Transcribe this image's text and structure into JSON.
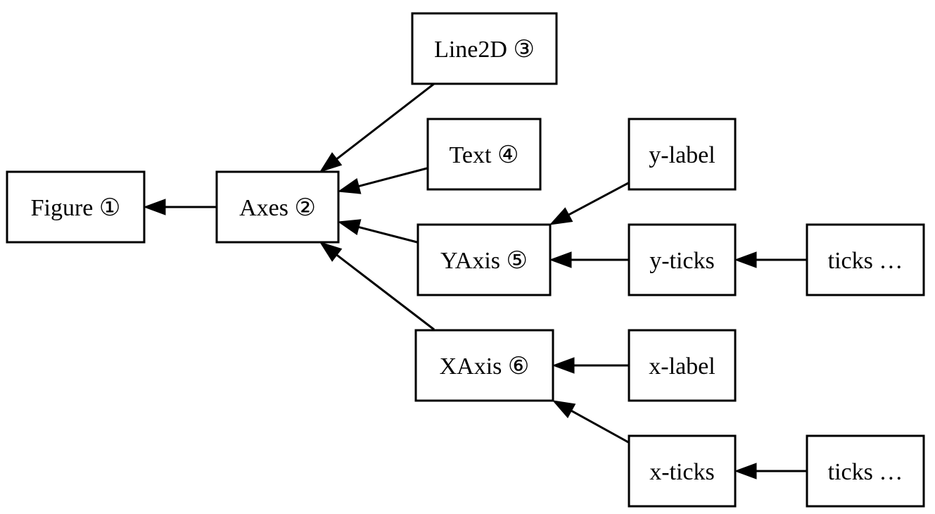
{
  "diagram": {
    "nodes": [
      {
        "id": "figure",
        "label": "Figure ①"
      },
      {
        "id": "axes",
        "label": "Axes ②"
      },
      {
        "id": "line2d",
        "label": "Line2D ③"
      },
      {
        "id": "text",
        "label": "Text ④"
      },
      {
        "id": "yaxis",
        "label": "YAxis ⑤"
      },
      {
        "id": "xaxis",
        "label": "XAxis ⑥"
      },
      {
        "id": "ylabel",
        "label": "y-label"
      },
      {
        "id": "yticks",
        "label": "y-ticks"
      },
      {
        "id": "yticks_more",
        "label": "ticks …"
      },
      {
        "id": "xlabel",
        "label": "x-label"
      },
      {
        "id": "xticks",
        "label": "x-ticks"
      },
      {
        "id": "xticks_more",
        "label": "ticks …"
      }
    ],
    "edges": [
      {
        "from": "axes",
        "to": "figure"
      },
      {
        "from": "line2d",
        "to": "axes"
      },
      {
        "from": "text",
        "to": "axes"
      },
      {
        "from": "yaxis",
        "to": "axes"
      },
      {
        "from": "xaxis",
        "to": "axes"
      },
      {
        "from": "ylabel",
        "to": "yaxis"
      },
      {
        "from": "yticks",
        "to": "yaxis"
      },
      {
        "from": "yticks_more",
        "to": "yticks"
      },
      {
        "from": "xlabel",
        "to": "xaxis"
      },
      {
        "from": "xticks",
        "to": "xaxis"
      },
      {
        "from": "xticks_more",
        "to": "xticks"
      }
    ],
    "colors": {
      "stroke": "#000000",
      "fill": "#ffffff",
      "text": "#000000"
    }
  }
}
